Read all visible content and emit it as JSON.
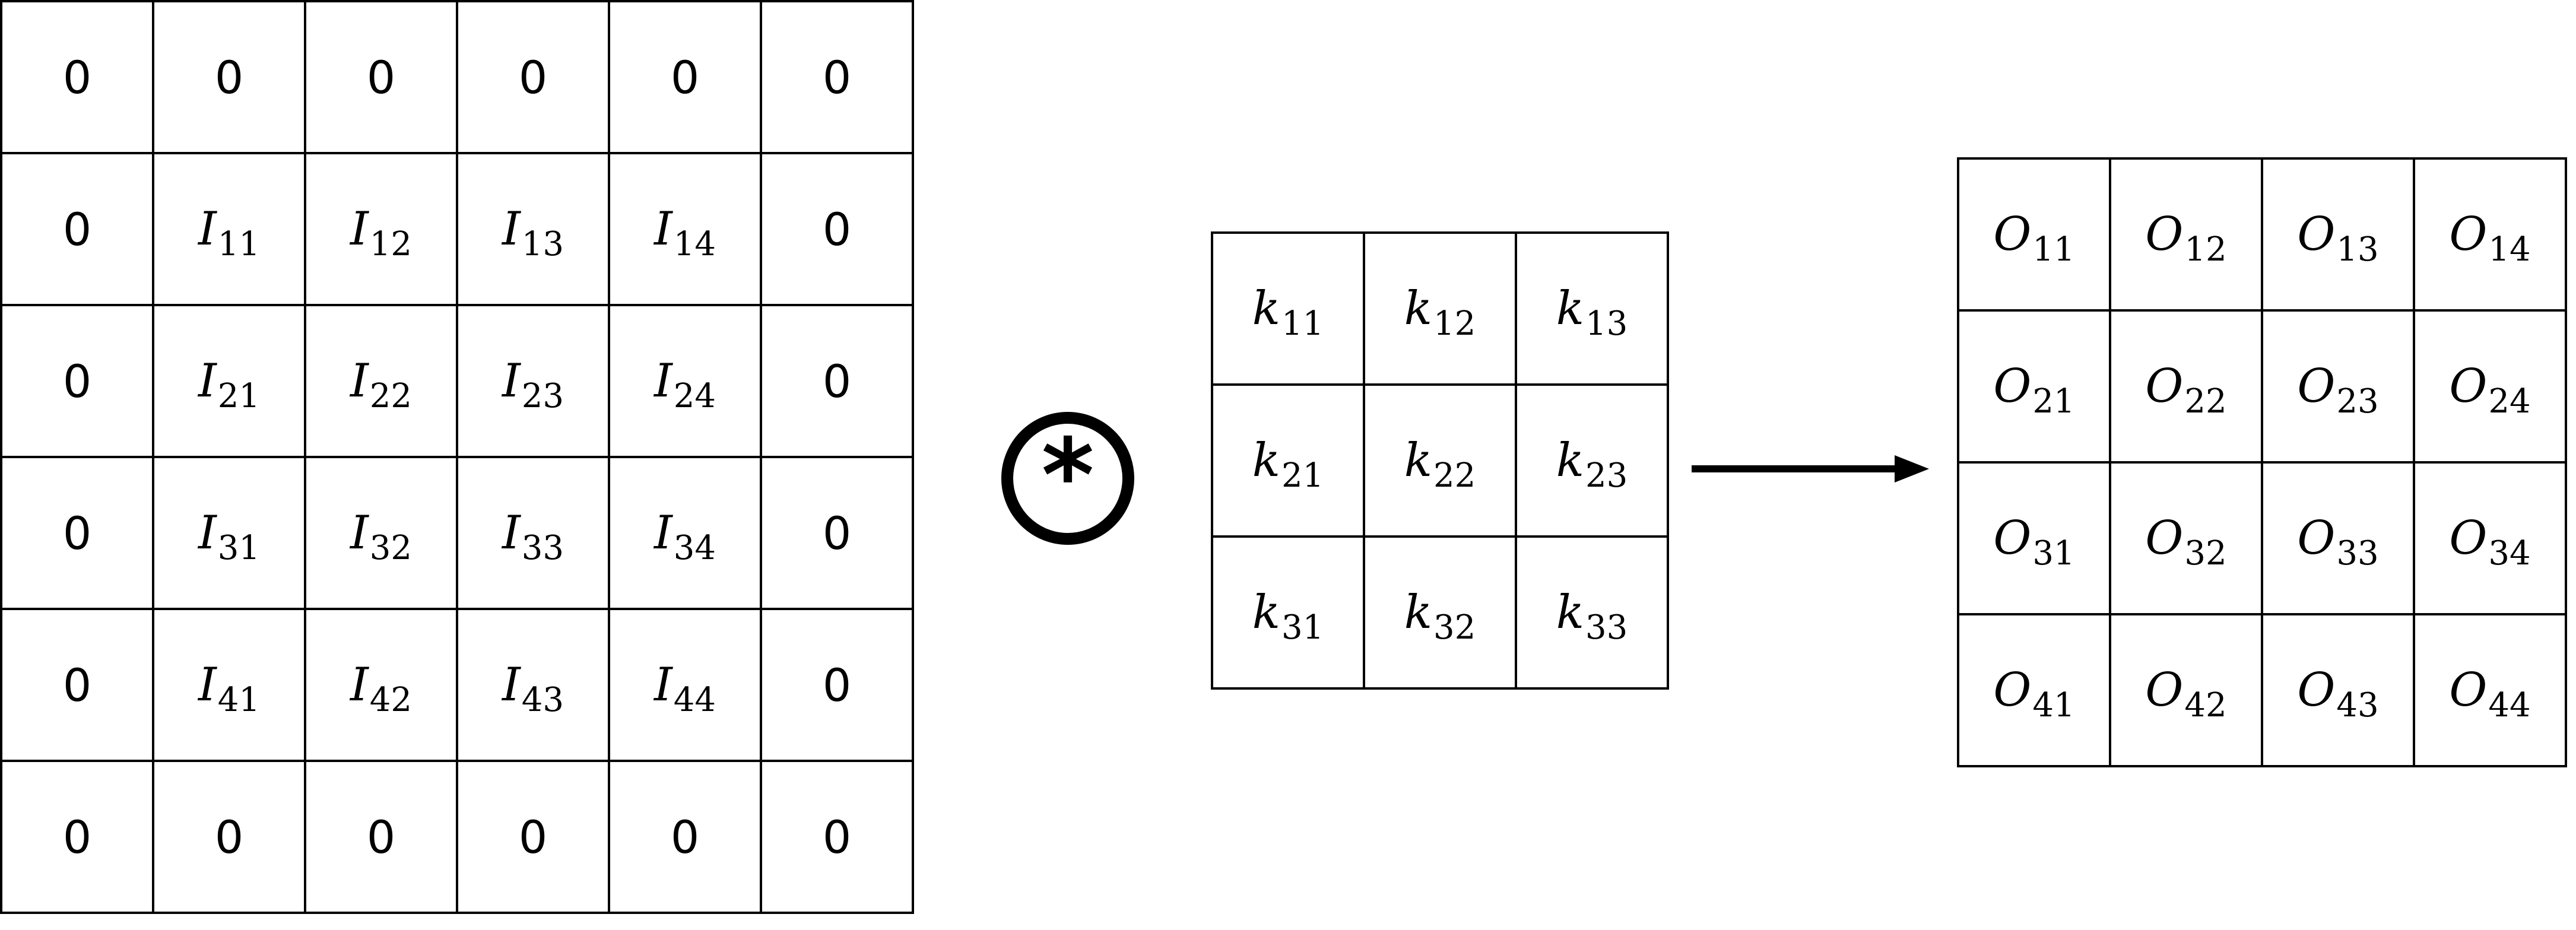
{
  "input_matrix": {
    "rows": [
      [
        {
          "type": "num",
          "text": "0"
        },
        {
          "type": "num",
          "text": "0"
        },
        {
          "type": "num",
          "text": "0"
        },
        {
          "type": "num",
          "text": "0"
        },
        {
          "type": "num",
          "text": "0"
        },
        {
          "type": "num",
          "text": "0"
        }
      ],
      [
        {
          "type": "num",
          "text": "0"
        },
        {
          "type": "sym",
          "base": "I",
          "sub": "11"
        },
        {
          "type": "sym",
          "base": "I",
          "sub": "12"
        },
        {
          "type": "sym",
          "base": "I",
          "sub": "13"
        },
        {
          "type": "sym",
          "base": "I",
          "sub": "14"
        },
        {
          "type": "num",
          "text": "0"
        }
      ],
      [
        {
          "type": "num",
          "text": "0"
        },
        {
          "type": "sym",
          "base": "I",
          "sub": "21"
        },
        {
          "type": "sym",
          "base": "I",
          "sub": "22"
        },
        {
          "type": "sym",
          "base": "I",
          "sub": "23"
        },
        {
          "type": "sym",
          "base": "I",
          "sub": "24"
        },
        {
          "type": "num",
          "text": "0"
        }
      ],
      [
        {
          "type": "num",
          "text": "0"
        },
        {
          "type": "sym",
          "base": "I",
          "sub": "31"
        },
        {
          "type": "sym",
          "base": "I",
          "sub": "32"
        },
        {
          "type": "sym",
          "base": "I",
          "sub": "33"
        },
        {
          "type": "sym",
          "base": "I",
          "sub": "34"
        },
        {
          "type": "num",
          "text": "0"
        }
      ],
      [
        {
          "type": "num",
          "text": "0"
        },
        {
          "type": "sym",
          "base": "I",
          "sub": "41"
        },
        {
          "type": "sym",
          "base": "I",
          "sub": "42"
        },
        {
          "type": "sym",
          "base": "I",
          "sub": "43"
        },
        {
          "type": "sym",
          "base": "I",
          "sub": "44"
        },
        {
          "type": "num",
          "text": "0"
        }
      ],
      [
        {
          "type": "num",
          "text": "0"
        },
        {
          "type": "num",
          "text": "0"
        },
        {
          "type": "num",
          "text": "0"
        },
        {
          "type": "num",
          "text": "0"
        },
        {
          "type": "num",
          "text": "0"
        },
        {
          "type": "num",
          "text": "0"
        }
      ]
    ]
  },
  "operator": {
    "symbol": "*"
  },
  "kernel_matrix": {
    "rows": [
      [
        {
          "type": "sym",
          "base": "k",
          "sub": "11"
        },
        {
          "type": "sym",
          "base": "k",
          "sub": "12"
        },
        {
          "type": "sym",
          "base": "k",
          "sub": "13"
        }
      ],
      [
        {
          "type": "sym",
          "base": "k",
          "sub": "21"
        },
        {
          "type": "sym",
          "base": "k",
          "sub": "22"
        },
        {
          "type": "sym",
          "base": "k",
          "sub": "23"
        }
      ],
      [
        {
          "type": "sym",
          "base": "k",
          "sub": "31"
        },
        {
          "type": "sym",
          "base": "k",
          "sub": "32"
        },
        {
          "type": "sym",
          "base": "k",
          "sub": "33"
        }
      ]
    ]
  },
  "output_matrix": {
    "rows": [
      [
        {
          "type": "sym",
          "base": "O",
          "sub": "11"
        },
        {
          "type": "sym",
          "base": "O",
          "sub": "12"
        },
        {
          "type": "sym",
          "base": "O",
          "sub": "13"
        },
        {
          "type": "sym",
          "base": "O",
          "sub": "14"
        }
      ],
      [
        {
          "type": "sym",
          "base": "O",
          "sub": "21"
        },
        {
          "type": "sym",
          "base": "O",
          "sub": "22"
        },
        {
          "type": "sym",
          "base": "O",
          "sub": "23"
        },
        {
          "type": "sym",
          "base": "O",
          "sub": "24"
        }
      ],
      [
        {
          "type": "sym",
          "base": "O",
          "sub": "31"
        },
        {
          "type": "sym",
          "base": "O",
          "sub": "32"
        },
        {
          "type": "sym",
          "base": "O",
          "sub": "33"
        },
        {
          "type": "sym",
          "base": "O",
          "sub": "34"
        }
      ],
      [
        {
          "type": "sym",
          "base": "O",
          "sub": "41"
        },
        {
          "type": "sym",
          "base": "O",
          "sub": "42"
        },
        {
          "type": "sym",
          "base": "O",
          "sub": "43"
        },
        {
          "type": "sym",
          "base": "O",
          "sub": "44"
        }
      ]
    ]
  },
  "colors": {
    "line": "#000000",
    "background": "#ffffff"
  },
  "icons": {
    "operator": "circled-asterisk-icon",
    "arrow": "right-arrow-icon"
  }
}
